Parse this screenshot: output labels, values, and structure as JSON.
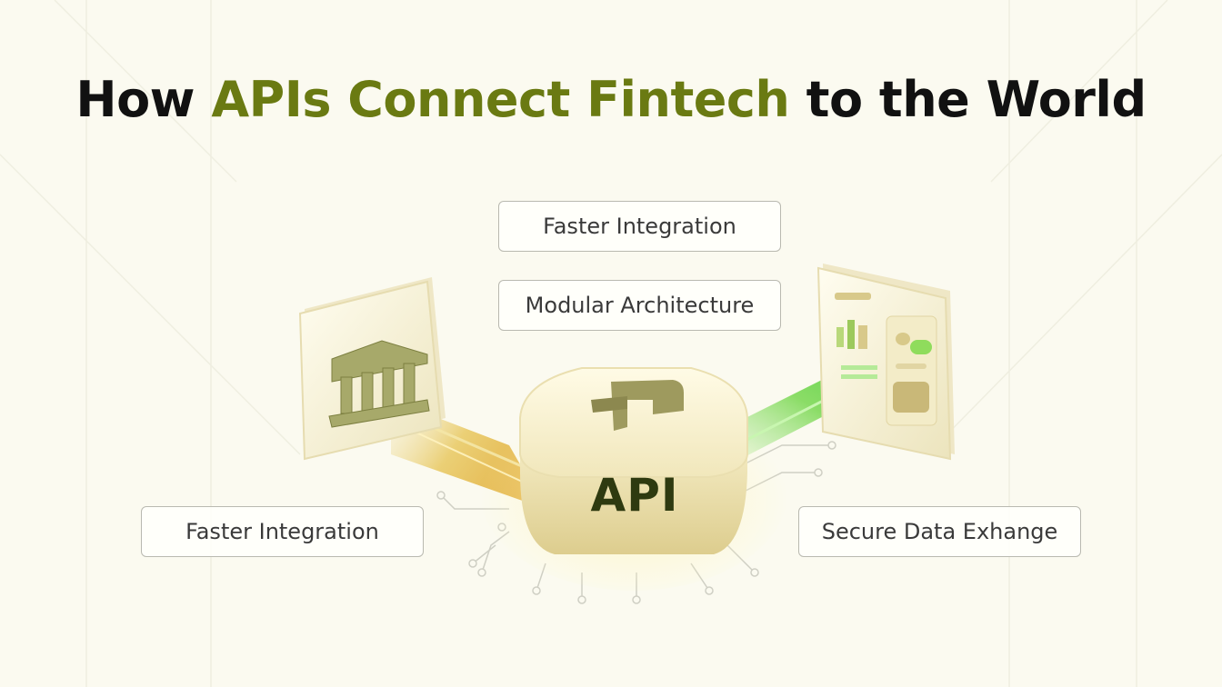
{
  "title": {
    "part1": "How ",
    "part2": "APIs Connect Fintech",
    "part3": " to the World"
  },
  "labels": {
    "top": "Faster Integration",
    "middle": "Modular Architecture",
    "left": "Faster Integration",
    "right": "Secure Data Exhange"
  },
  "hub": {
    "label": "API"
  },
  "colors": {
    "accent": "#6a7a12",
    "background": "#fbfaf0",
    "green_glow": "#7ed957",
    "gold_glow": "#e0b63c"
  },
  "icons": {
    "left": "bank-building-icon",
    "right": "dashboard-screen-icon",
    "hub": "api-hub-icon"
  }
}
